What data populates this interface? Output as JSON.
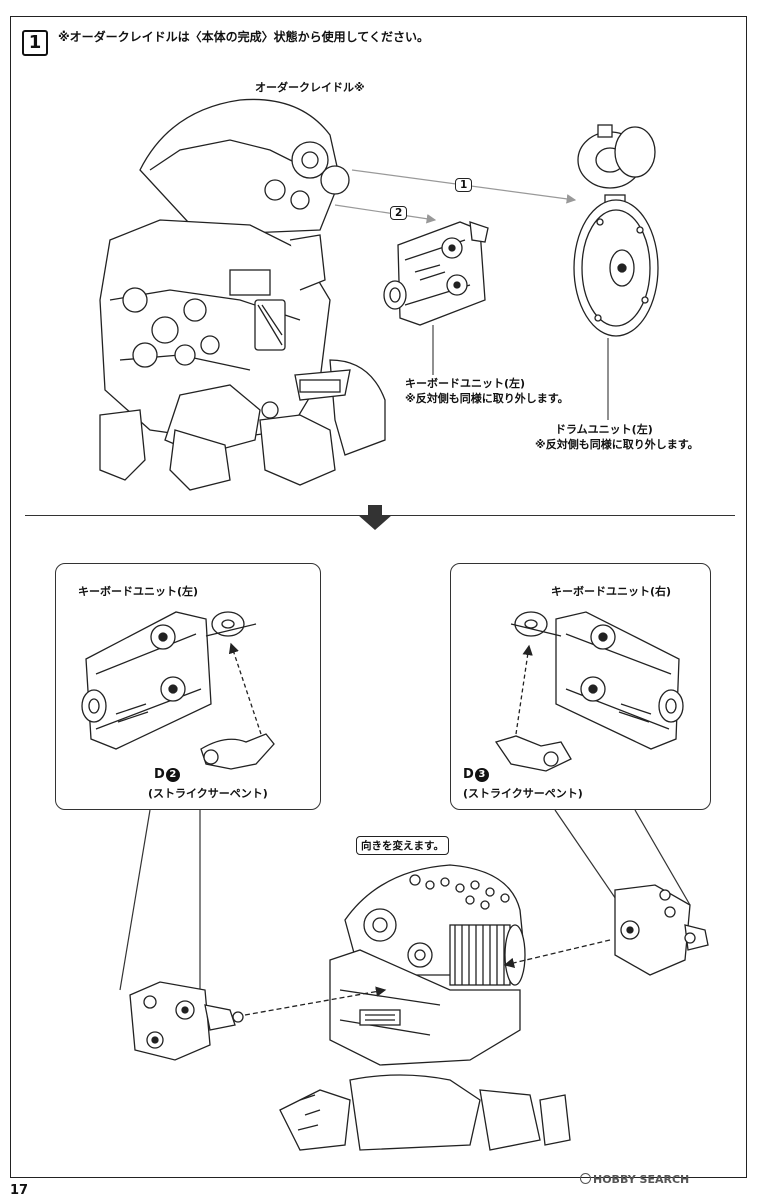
{
  "step": {
    "number": "1",
    "note": "※オーダークレイドルは〈本体の完成〉状態から使用してください。"
  },
  "top": {
    "cradle_label": "オーダークレイドル※",
    "arrow1": "1",
    "arrow2": "2",
    "keyboard_left_label": "キーボードユニット(左)",
    "keyboard_left_note": "※反対側も同様に取り外します。",
    "drum_left_label": "ドラムユニット(左)",
    "drum_left_note": "※反対側も同様に取り外します。"
  },
  "bottom": {
    "left_panel": {
      "title": "キーボードユニット(左)",
      "part_letter": "D",
      "part_number": "2",
      "part_name": "(ストライクサーペント)"
    },
    "right_panel": {
      "title": "キーボードユニット(右)",
      "part_letter": "D",
      "part_number": "3",
      "part_name": "(ストライクサーペント)"
    },
    "rotate_tag": "向きを変えます。"
  },
  "footer": {
    "page_number": "17",
    "watermark": "HOBBY SEARCH"
  }
}
